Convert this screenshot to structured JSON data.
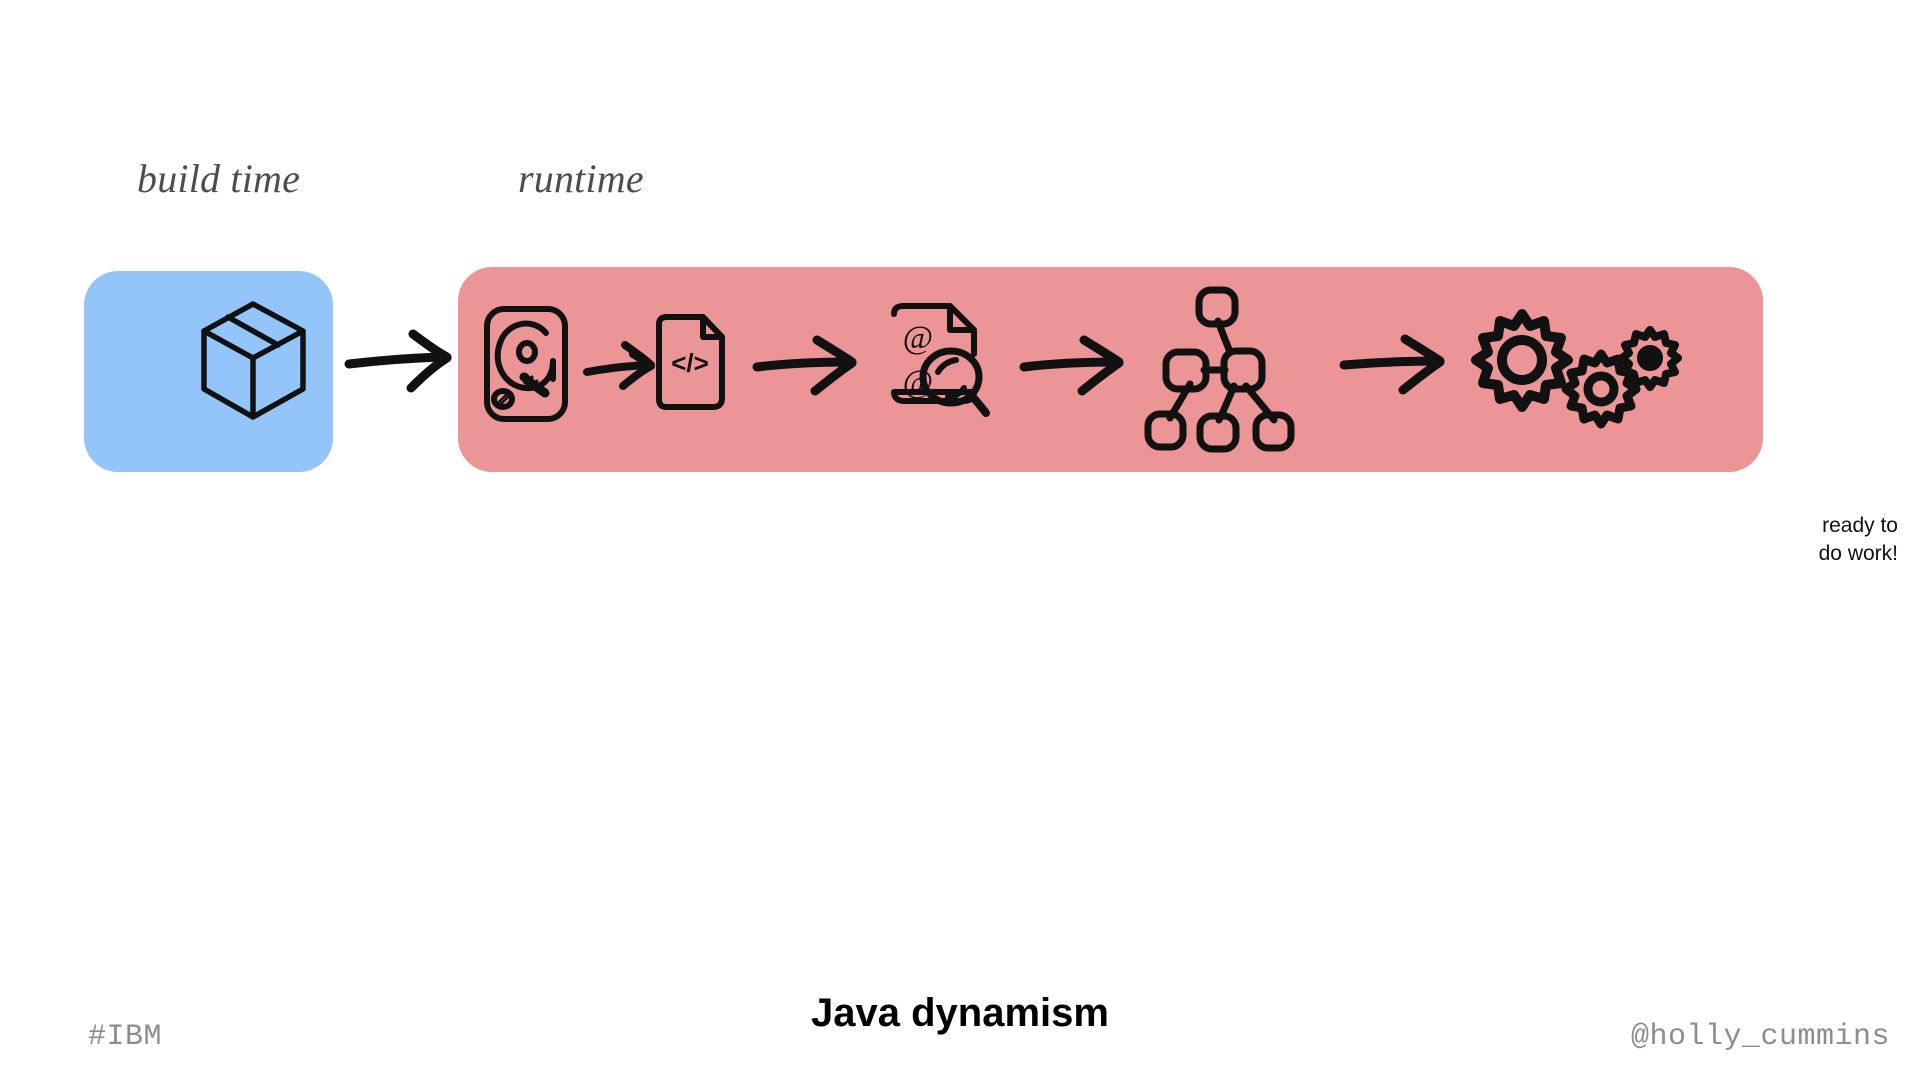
{
  "slide": {
    "title": "Java dynamism",
    "background_color": "#ffffff"
  },
  "phases": [
    {
      "id": "build-time",
      "label": "build time",
      "box_color": "#93c5fb"
    },
    {
      "id": "runtime",
      "label": "runtime",
      "box_color": "#ec9596"
    }
  ],
  "pipeline": {
    "build_stage": {
      "icons": [
        {
          "name": "package-icon",
          "meaning": "packaged application artifact"
        }
      ]
    },
    "runtime_stage": {
      "icons": [
        {
          "name": "harddrive-icon",
          "meaning": "read classes from disk"
        },
        {
          "name": "code-file-icon",
          "meaning": "class bytecode file",
          "glyph": "</>"
        },
        {
          "name": "annotation-scan-icon",
          "meaning": "scan annotations",
          "glyph": "@"
        },
        {
          "name": "dependency-tree-icon",
          "meaning": "build dependency / object graph"
        },
        {
          "name": "gears-icon",
          "meaning": "application running"
        }
      ],
      "arrows": 5
    }
  },
  "caption": {
    "ready_note": "ready to\ndo work!"
  },
  "footer": {
    "hashtag": "#IBM",
    "handle": "@holly_cummins",
    "muted_color": "#8d8d8d"
  }
}
